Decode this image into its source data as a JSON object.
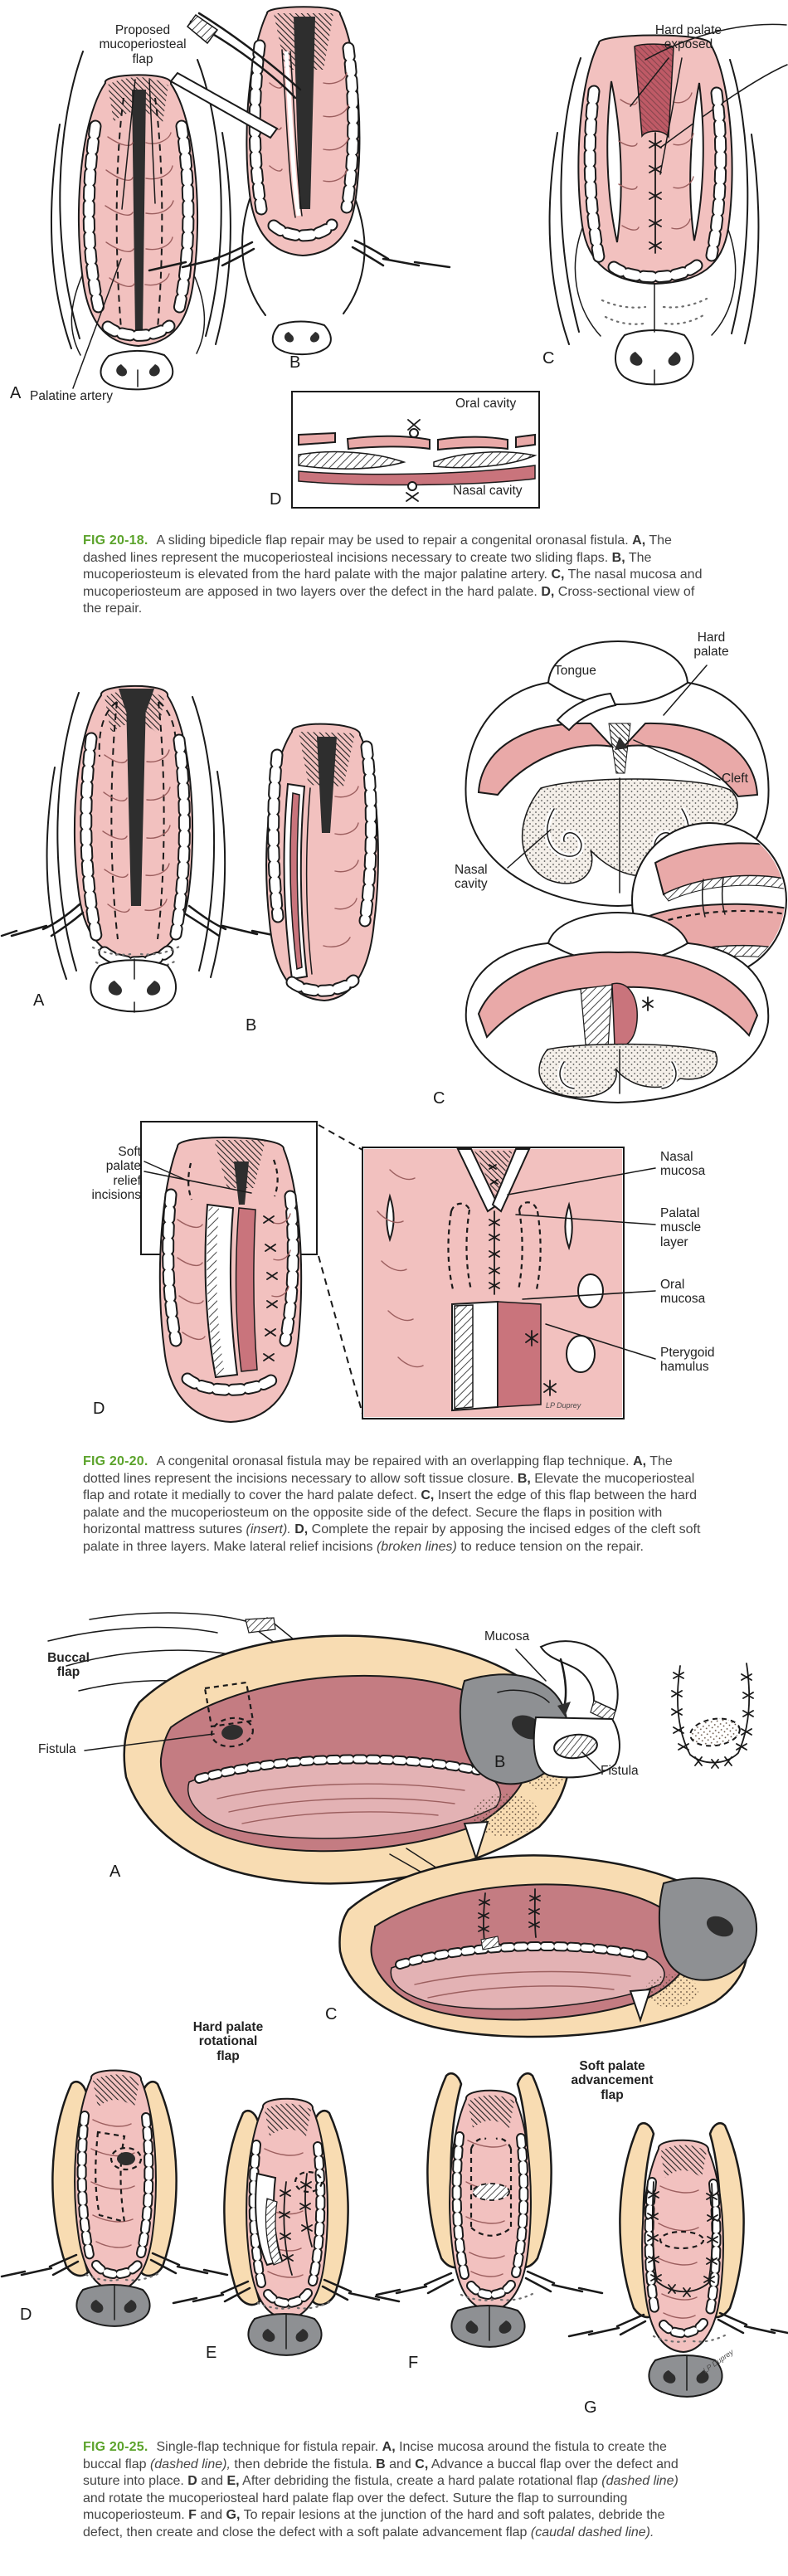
{
  "colors": {
    "caption_green": "#5ba32b",
    "mucosa_pink": "#f2c1bf",
    "mucosa_mid_pink": "#e9a9a8",
    "nasal_rose": "#c9747c",
    "exposed_palate_red": "#bf5a66",
    "mouth_mauve": "#c47c82",
    "muzzle_cream": "#f8dcb2",
    "nose_gray": "#8e9093"
  },
  "fig2018": {
    "labels": {
      "proposed_flap": "Proposed\nmucoperiosteal\nflap",
      "hard_palate_exposed": "Hard palate\nexposed",
      "palatine_artery": "Palatine artery",
      "oral_cavity": "Oral cavity",
      "nasal_cavity": "Nasal cavity"
    },
    "letters": {
      "a": "A",
      "b": "B",
      "c": "C",
      "d": "D"
    },
    "caption": {
      "tag": "FIG 20-18.",
      "segments": [
        {
          "t": "A sliding bipedicle flap repair may be used to repair a congenital oronasal fistula. "
        },
        {
          "t": "A,",
          "b": true
        },
        {
          "t": " The dashed lines represent the mucoperiosteal incisions necessary to create two sliding flaps. "
        },
        {
          "t": "B,",
          "b": true
        },
        {
          "t": " The mucoperiosteum is elevated from the hard palate with the major palatine artery. "
        },
        {
          "t": "C,",
          "b": true
        },
        {
          "t": " The nasal mucosa and mucoperiosteum are apposed in two layers over the defect in the hard palate. "
        },
        {
          "t": "D,",
          "b": true
        },
        {
          "t": " Cross-sectional view of the repair."
        }
      ]
    }
  },
  "fig2020": {
    "labels": {
      "hard_palate": "Hard\npalate",
      "tongue": "Tongue",
      "cleft": "Cleft",
      "nasal_cavity": "Nasal\ncavity",
      "soft_palate_relief": "Soft\npalate\nrelief\nincisions",
      "nasal_mucosa": "Nasal\nmucosa",
      "palatal_muscle": "Palatal\nmuscle\nlayer",
      "oral_mucosa": "Oral\nmucosa",
      "pterygoid_hamulus": "Pterygoid\nhamulus"
    },
    "letters": {
      "a": "A",
      "b": "B",
      "c": "C",
      "d": "D"
    },
    "signature": "LP Duprey",
    "caption": {
      "tag": "FIG 20-20.",
      "segments": [
        {
          "t": "A congenital oronasal fistula may be repaired with an overlapping flap technique. "
        },
        {
          "t": "A,",
          "b": true
        },
        {
          "t": " The dotted lines represent the incisions necessary to allow soft tissue closure. "
        },
        {
          "t": "B,",
          "b": true
        },
        {
          "t": " Elevate the mucoperiosteal flap and rotate it medially to cover the hard palate defect. "
        },
        {
          "t": "C,",
          "b": true
        },
        {
          "t": " Insert the edge of this flap between the hard palate and the mucoperiosteum on the opposite side of the defect. Secure the flaps in position with horizontal mattress sutures "
        },
        {
          "t": "(insert).",
          "i": true
        },
        {
          "t": " "
        },
        {
          "t": "D,",
          "b": true
        },
        {
          "t": " Complete the repair by apposing the incised edges of the cleft soft palate in three layers. Make lateral relief incisions "
        },
        {
          "t": "(broken lines)",
          "i": true
        },
        {
          "t": " to reduce tension on the repair."
        }
      ]
    }
  },
  "fig2025": {
    "labels": {
      "buccal_flap": "Buccal\nflap",
      "fistula_a": "Fistula",
      "mucosa": "Mucosa",
      "fistula_b": "Fistula",
      "hard_palate_rotational": "Hard palate\nrotational\nflap",
      "soft_palate_advancement": "Soft palate\nadvancement\nflap"
    },
    "letters": {
      "a": "A",
      "b": "B",
      "c": "C",
      "d": "D",
      "e": "E",
      "f": "F",
      "g": "G"
    },
    "signature": "LP Duprey",
    "caption": {
      "tag": "FIG 20-25.",
      "segments": [
        {
          "t": "Single-flap technique for fistula repair. "
        },
        {
          "t": "A,",
          "b": true
        },
        {
          "t": " Incise mucosa around the fistula to create the buccal flap "
        },
        {
          "t": "(dashed line),",
          "i": true
        },
        {
          "t": " then debride the fistula. "
        },
        {
          "t": "B",
          "b": true
        },
        {
          "t": " and "
        },
        {
          "t": "C,",
          "b": true
        },
        {
          "t": " Advance a buccal flap over the defect and suture into place. "
        },
        {
          "t": "D",
          "b": true
        },
        {
          "t": " and "
        },
        {
          "t": "E,",
          "b": true
        },
        {
          "t": " After debriding the fistula, create a hard palate rotational flap "
        },
        {
          "t": "(dashed line)",
          "i": true
        },
        {
          "t": " and rotate the mucoperiosteal hard palate flap over the defect. Suture the flap to surrounding mucoperiosteum. "
        },
        {
          "t": "F",
          "b": true
        },
        {
          "t": " and "
        },
        {
          "t": "G,",
          "b": true
        },
        {
          "t": " To repair lesions at the junction of the hard and soft palates, debride the defect, then create and close the defect with a soft palate advancement flap "
        },
        {
          "t": "(caudal dashed line).",
          "i": true
        }
      ]
    }
  }
}
